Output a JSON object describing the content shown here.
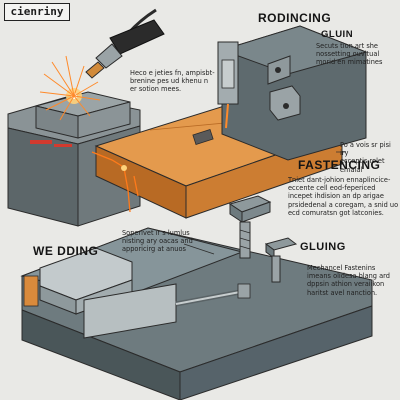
{
  "header": {
    "title": "cienriny"
  },
  "sections": {
    "rodincing": {
      "heading": "RODINCING",
      "subheading": "GLUIN",
      "lines": [
        "Secuts tion art she",
        "nossetting ouvitual",
        "morid en mimatines"
      ]
    },
    "welding_note": {
      "lines": [
        "Heco e jeties fn, ampisbt-",
        "brenine pes ud khenu n",
        "er sotion mees."
      ]
    },
    "side_note": {
      "lines": [
        "Po a vois sr pisi iry",
        "ecceptis rolet emaial"
      ]
    },
    "fastening": {
      "heading": "FASTENCING",
      "lines": [
        "Tniet dant-johion ennaplincice-",
        "eccente cell eod-fepericed",
        "incepet ihdision an dp arigae",
        "prsidedenal a coregam, a snid uo",
        "ecd comuratsn got latconies."
      ]
    },
    "support_note": {
      "lines": [
        "Soperivet ir s lumlus",
        "nisting ary oacas and",
        "apporicirg at anuos"
      ]
    },
    "welding": {
      "heading": "WE DDING"
    },
    "gluing": {
      "heading": "GLUING",
      "lines": [
        "Mechancel Fastenins",
        "imeans olidesa blang ard",
        "dppsin athion veraiikon",
        "haritst avel nanction."
      ]
    },
    "colors": {
      "background": "#e9e9e6",
      "steel_dark": "#4e5a5e",
      "steel_mid": "#6d7a7e",
      "wood": "#d98a3c",
      "spark": "#ff8a2a"
    }
  }
}
